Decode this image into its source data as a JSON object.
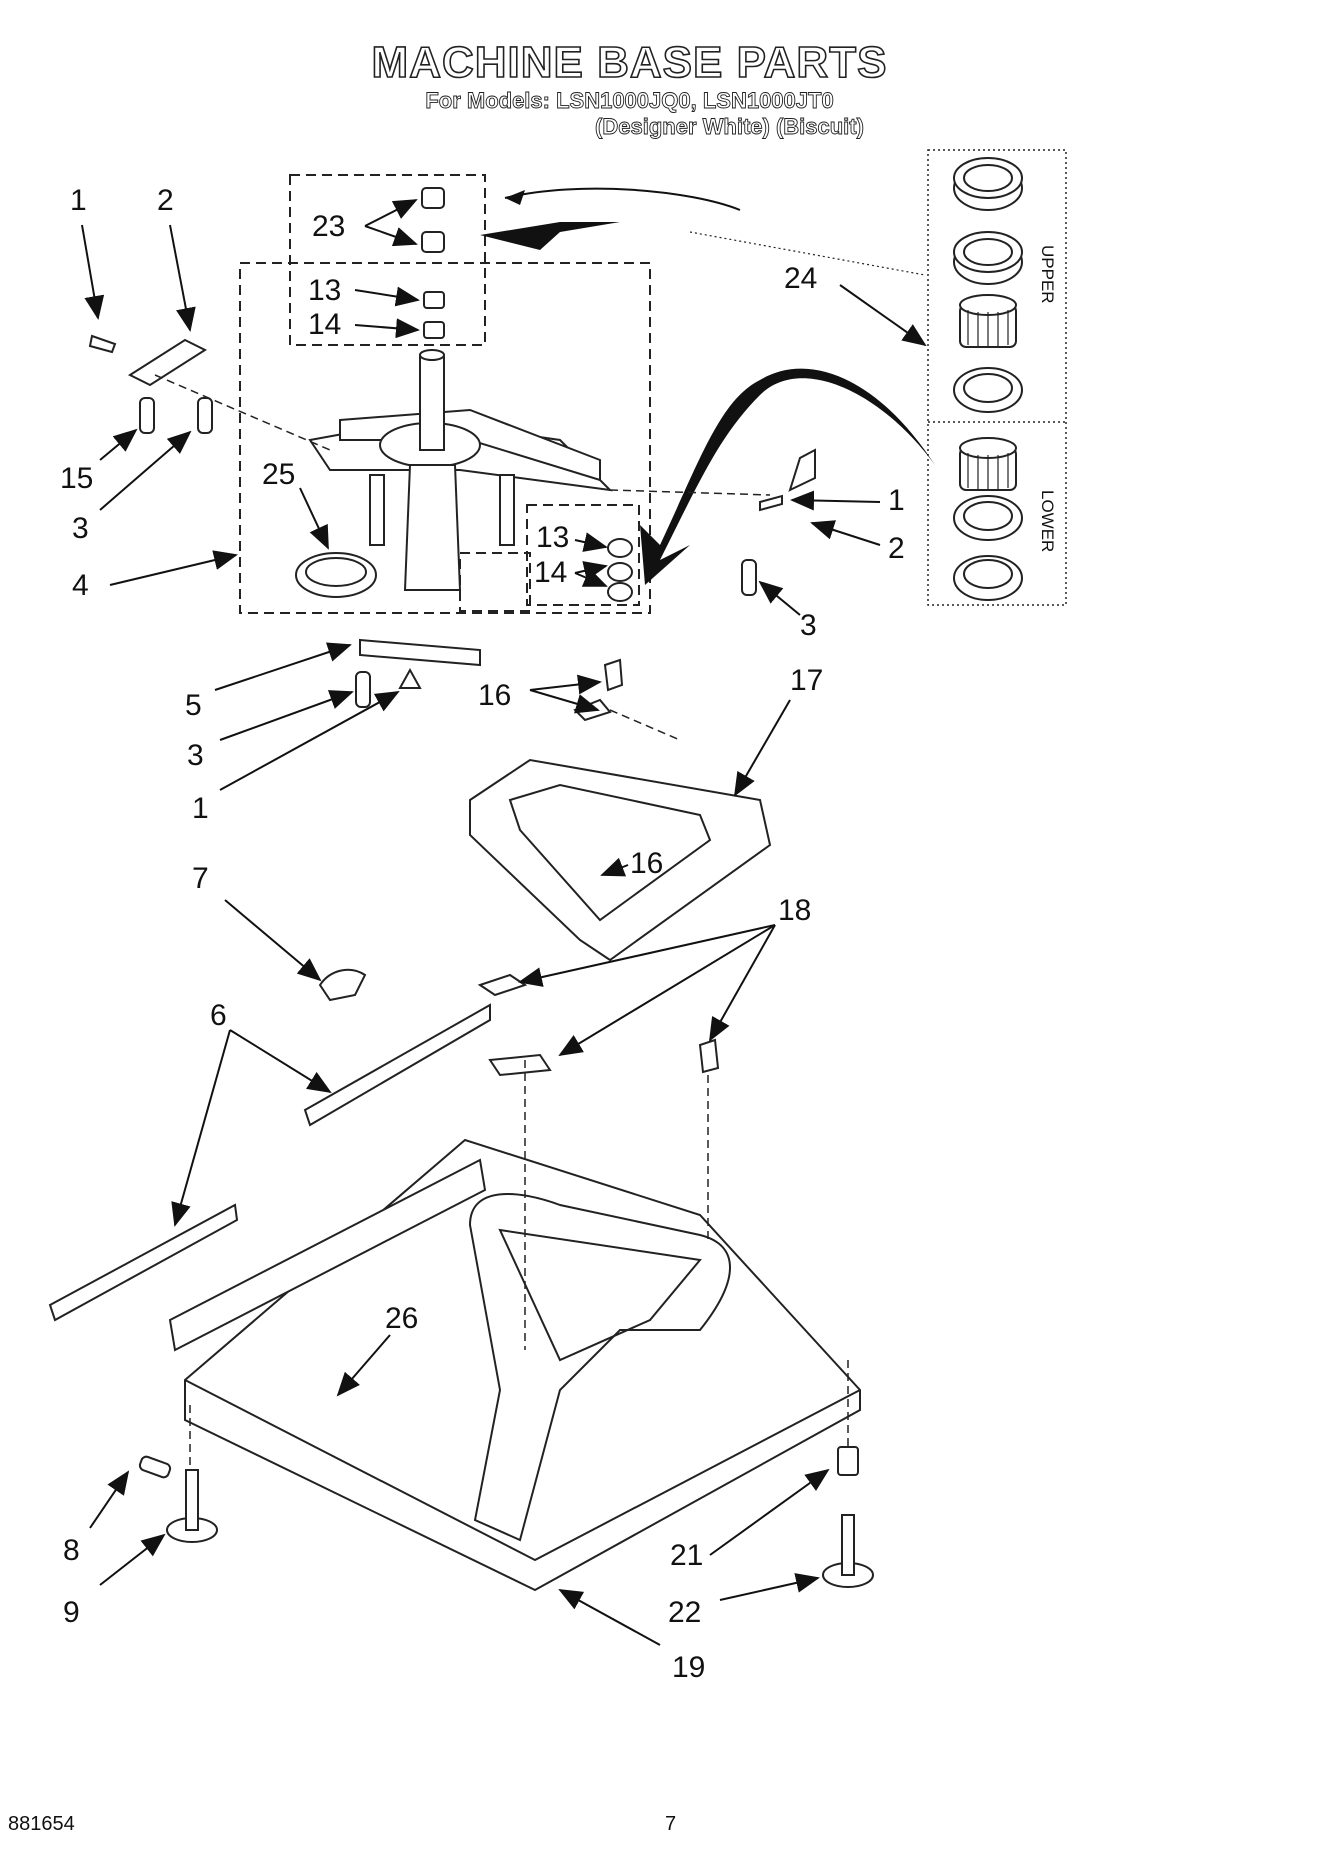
{
  "header": {
    "title": "MACHINE BASE PARTS",
    "models_line": "For Models: LSN1000JQ0, LSN1000JT0",
    "colors_line": "(Designer White)  (Biscuit)"
  },
  "kit_labels": {
    "upper": "UPPER",
    "lower": "LOWER"
  },
  "callouts": [
    {
      "id": "c1a",
      "text": "1"
    },
    {
      "id": "c2a",
      "text": "2"
    },
    {
      "id": "c23",
      "text": "23"
    },
    {
      "id": "c13a",
      "text": "13"
    },
    {
      "id": "c14a",
      "text": "14"
    },
    {
      "id": "c24",
      "text": "24"
    },
    {
      "id": "c15",
      "text": "15"
    },
    {
      "id": "c3a",
      "text": "3"
    },
    {
      "id": "c25",
      "text": "25"
    },
    {
      "id": "c4",
      "text": "4"
    },
    {
      "id": "c13b",
      "text": "13"
    },
    {
      "id": "c14b",
      "text": "14"
    },
    {
      "id": "c1b",
      "text": "1"
    },
    {
      "id": "c2b",
      "text": "2"
    },
    {
      "id": "c3b",
      "text": "3"
    },
    {
      "id": "c5",
      "text": "5"
    },
    {
      "id": "c3c",
      "text": "3"
    },
    {
      "id": "c1c",
      "text": "1"
    },
    {
      "id": "c16a",
      "text": "16"
    },
    {
      "id": "c17",
      "text": "17"
    },
    {
      "id": "c16b",
      "text": "16"
    },
    {
      "id": "c7",
      "text": "7"
    },
    {
      "id": "c18",
      "text": "18"
    },
    {
      "id": "c6",
      "text": "6"
    },
    {
      "id": "c26",
      "text": "26"
    },
    {
      "id": "c8",
      "text": "8"
    },
    {
      "id": "c9",
      "text": "9"
    },
    {
      "id": "c21",
      "text": "21"
    },
    {
      "id": "c22",
      "text": "22"
    },
    {
      "id": "c19",
      "text": "19"
    }
  ],
  "footer": {
    "doc_number": "881654",
    "page_number": "7"
  }
}
